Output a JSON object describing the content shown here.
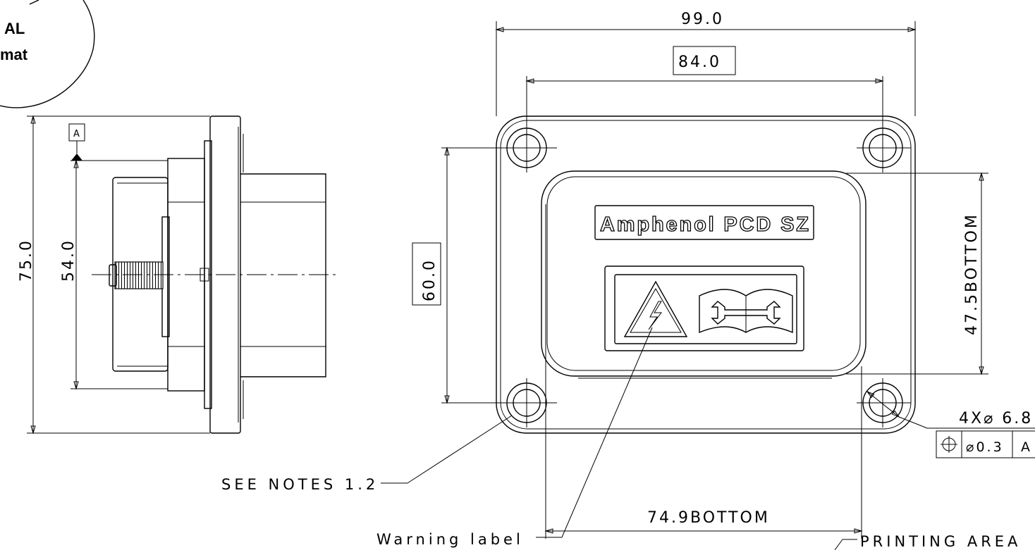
{
  "stamp": {
    "line1": "AL",
    "line2": "mat"
  },
  "side_view": {
    "overall_height": "75.0",
    "inner_height": "54.0",
    "datum": "A"
  },
  "front_view": {
    "overall_width": "99.0",
    "hole_spacing_width": "84.0",
    "hole_spacing_height": "60.0",
    "bottom_height": "47.5BOTTOM",
    "bottom_width": "74.9BOTTOM",
    "brand_label": "Amphenol PCD SZ",
    "hole_callout": "4X⌀ 6.8",
    "position_tolerance": "⌀0.3",
    "position_datum": "A"
  },
  "notes": {
    "see_notes": "SEE NOTES 1.2",
    "warning_label": "Warning label",
    "printing_area": "PRINTING AREA"
  }
}
